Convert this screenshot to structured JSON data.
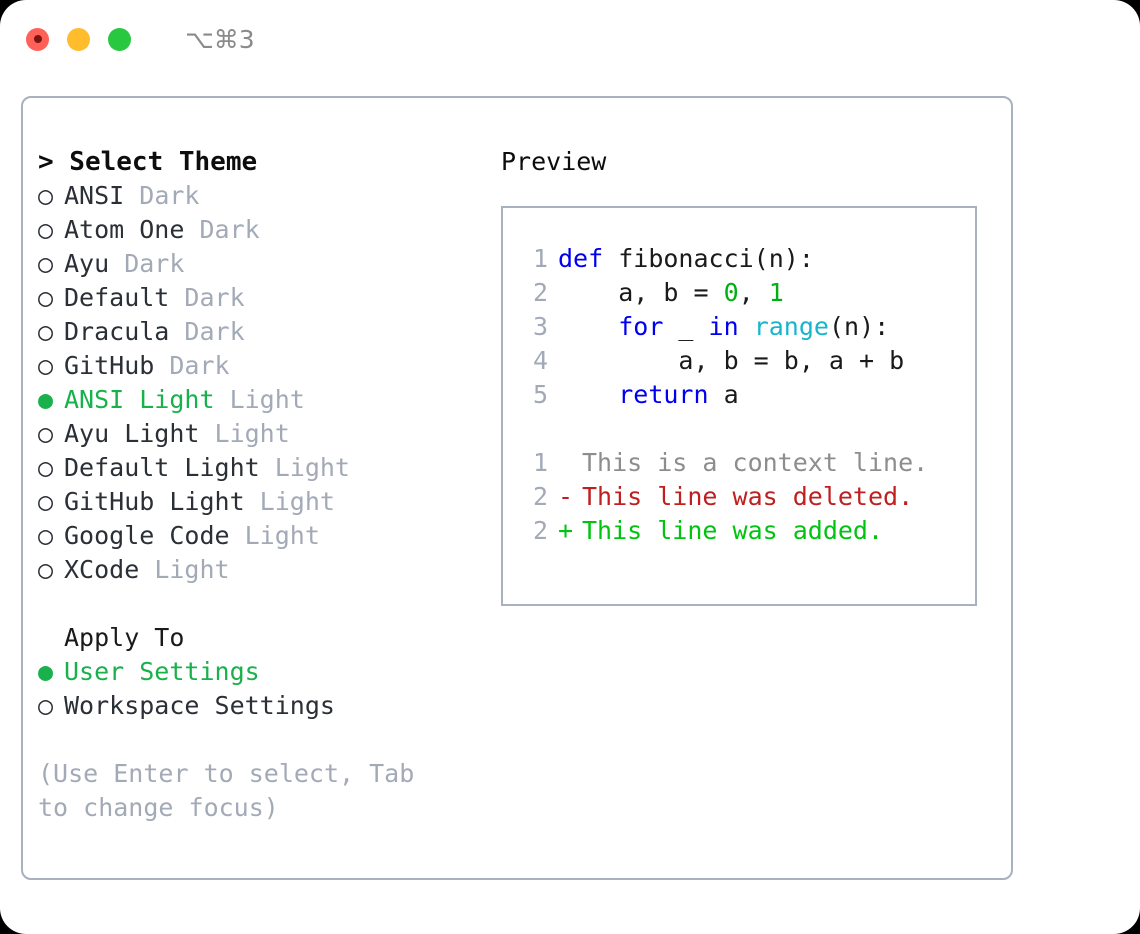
{
  "titlebar": {
    "shortcut": "⌥⌘3",
    "lights": [
      "close-button",
      "minimize-button",
      "maximize-button"
    ]
  },
  "theme_panel": {
    "title": "> Select Theme",
    "options": [
      {
        "marker": "○",
        "name": "ANSI",
        "kind": "Dark",
        "selected": false
      },
      {
        "marker": "○",
        "name": "Atom One",
        "kind": "Dark",
        "selected": false
      },
      {
        "marker": "○",
        "name": "Ayu",
        "kind": "Dark",
        "selected": false
      },
      {
        "marker": "○",
        "name": "Default",
        "kind": "Dark",
        "selected": false
      },
      {
        "marker": "○",
        "name": "Dracula",
        "kind": "Dark",
        "selected": false
      },
      {
        "marker": "○",
        "name": "GitHub",
        "kind": "Dark",
        "selected": false
      },
      {
        "marker": "●",
        "name": "ANSI Light",
        "kind": "Light",
        "selected": true
      },
      {
        "marker": "○",
        "name": "Ayu Light",
        "kind": "Light",
        "selected": false
      },
      {
        "marker": "○",
        "name": "Default Light",
        "kind": "Light",
        "selected": false
      },
      {
        "marker": "○",
        "name": "GitHub Light",
        "kind": "Light",
        "selected": false
      },
      {
        "marker": "○",
        "name": "Google Code",
        "kind": "Light",
        "selected": false
      },
      {
        "marker": "○",
        "name": "XCode",
        "kind": "Light",
        "selected": false
      }
    ]
  },
  "apply_to": {
    "title": "Apply To",
    "options": [
      {
        "marker": "●",
        "name": "User Settings",
        "selected": true
      },
      {
        "marker": "○",
        "name": "Workspace Settings",
        "selected": false
      }
    ]
  },
  "hint": "(Use Enter to select, Tab to change focus)",
  "preview": {
    "title": "Preview",
    "code": [
      {
        "lineno": "1",
        "tokens": [
          {
            "t": "def",
            "c": "kw"
          },
          {
            "t": " ",
            "c": "pl"
          },
          {
            "t": "fibonacci(n):",
            "c": "fn"
          }
        ]
      },
      {
        "lineno": "2",
        "tokens": [
          {
            "t": "    a, b = ",
            "c": "pl"
          },
          {
            "t": "0",
            "c": "num"
          },
          {
            "t": ", ",
            "c": "pl"
          },
          {
            "t": "1",
            "c": "num"
          }
        ]
      },
      {
        "lineno": "3",
        "tokens": [
          {
            "t": "    ",
            "c": "pl"
          },
          {
            "t": "for",
            "c": "kw"
          },
          {
            "t": " _ ",
            "c": "pl"
          },
          {
            "t": "in",
            "c": "kw"
          },
          {
            "t": " ",
            "c": "pl"
          },
          {
            "t": "range",
            "c": "bi"
          },
          {
            "t": "(n):",
            "c": "pl"
          }
        ]
      },
      {
        "lineno": "4",
        "tokens": [
          {
            "t": "        a, b = b, a + b",
            "c": "pl"
          }
        ]
      },
      {
        "lineno": "5",
        "tokens": [
          {
            "t": "    ",
            "c": "pl"
          },
          {
            "t": "return",
            "c": "kw"
          },
          {
            "t": " a",
            "c": "pl"
          }
        ]
      }
    ],
    "diff": [
      {
        "lineno": "1",
        "mark": " ",
        "text": "This is a context line.",
        "kind": "ctx"
      },
      {
        "lineno": "2",
        "mark": "-",
        "text": "This line was deleted.",
        "kind": "del"
      },
      {
        "lineno": "2",
        "mark": "+",
        "text": "This line was added.",
        "kind": "add"
      }
    ]
  },
  "colors": {
    "accent_green": "#19b14b",
    "border": "#a7b1bf",
    "muted": "#a3aab7",
    "keyword": "#0000f0",
    "number": "#00b010",
    "builtin": "#18b5cc",
    "diff_add": "#00c410",
    "diff_del": "#bf1f1f",
    "diff_ctx": "#8d8d8d",
    "light_red": "#ff6159",
    "light_yellow": "#ffbd2e",
    "light_green": "#28c840"
  }
}
